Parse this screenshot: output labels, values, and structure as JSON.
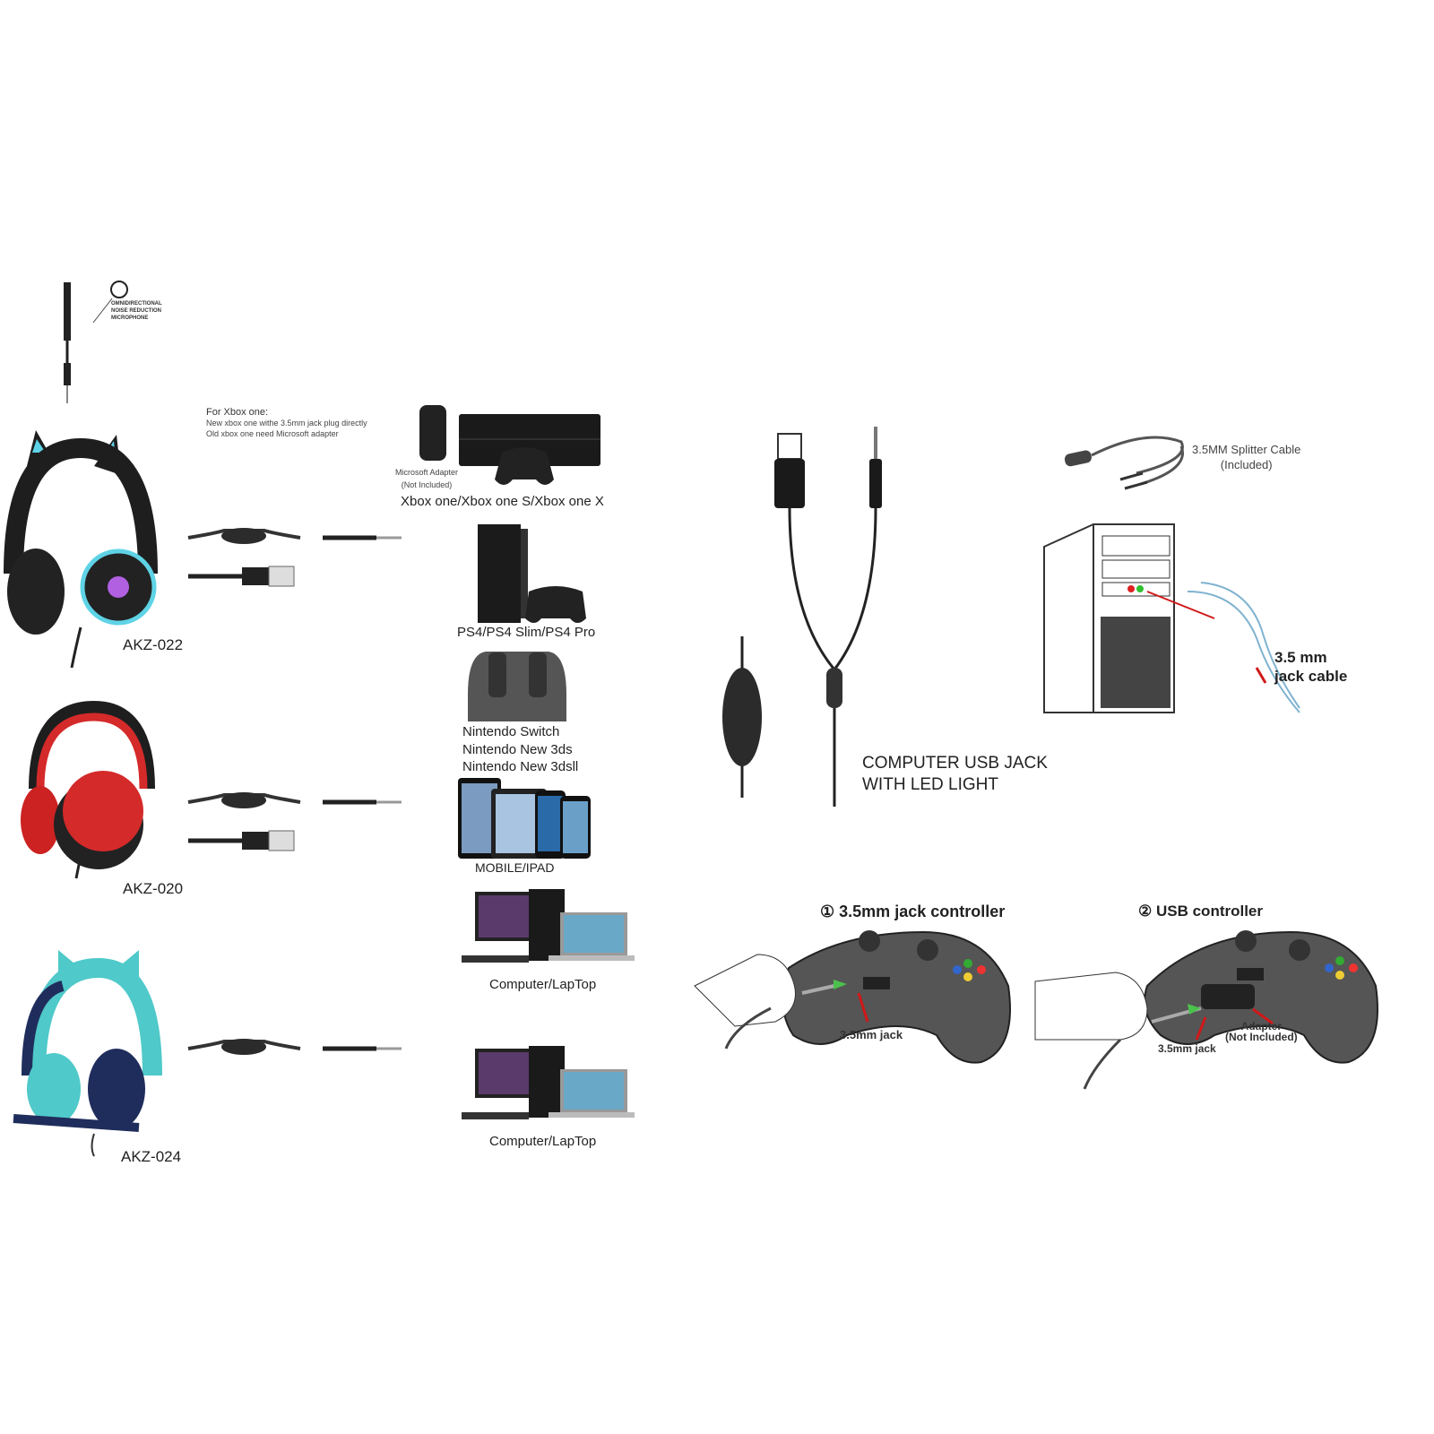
{
  "microphone": {
    "label_lines": [
      "OMNIDIRECTIONAL",
      "NOISE REDUCTION",
      "MICROPHONE"
    ]
  },
  "xbox_note": {
    "title": "For Xbox one:",
    "lines": [
      "New xbox one withe 3.5mm jack plug directly",
      "Old xbox one need Microsoft adapter"
    ]
  },
  "adapter": {
    "label": "Microsoft Adapter",
    "note": "(Not Included)"
  },
  "devices": [
    {
      "label": "Xbox one/Xbox one S/Xbox one X"
    },
    {
      "label": "PS4/PS4 Slim/PS4 Pro"
    },
    {
      "label_lines": [
        "Nintendo Switch",
        "Nintendo New 3ds",
        "Nintendo New 3dsll"
      ]
    },
    {
      "label": "MOBILE/IPAD"
    },
    {
      "label": "Computer/LapTop"
    },
    {
      "label": "Computer/LapTop"
    }
  ],
  "headsets": [
    {
      "model": "AKZ-022",
      "color": "#1e1e1e",
      "accent": "#5fd3e6"
    },
    {
      "model": "AKZ-020",
      "color": "#d42a2a",
      "accent": "#1e1e1e"
    },
    {
      "model": "AKZ-024",
      "color": "#4fc9c9",
      "accent": "#1f2d5c"
    }
  ],
  "usb_cable": {
    "caption_lines": [
      "COMPUTER USB JACK",
      "WITH LED LIGHT"
    ]
  },
  "splitter": {
    "label": "3.5MM Splitter Cable",
    "note": "(Included)"
  },
  "pc": {
    "cable_label_lines": [
      "3.5 mm",
      "jack cable"
    ],
    "port_colors": [
      "#e02020",
      "#30c030"
    ],
    "cable_color": "#7fb3d0"
  },
  "controllers": [
    {
      "number": "①",
      "title": "3.5mm jack controller",
      "jack_label": "3.5mm jack"
    },
    {
      "number": "②",
      "title": "USB controller",
      "jack_label": "3.5mm jack",
      "adapter_lines": [
        "Adapter",
        "(Not Included)"
      ]
    }
  ],
  "colors": {
    "arrow": "#d01818",
    "plug_green": "#4cc04c",
    "controller": "#555555"
  }
}
